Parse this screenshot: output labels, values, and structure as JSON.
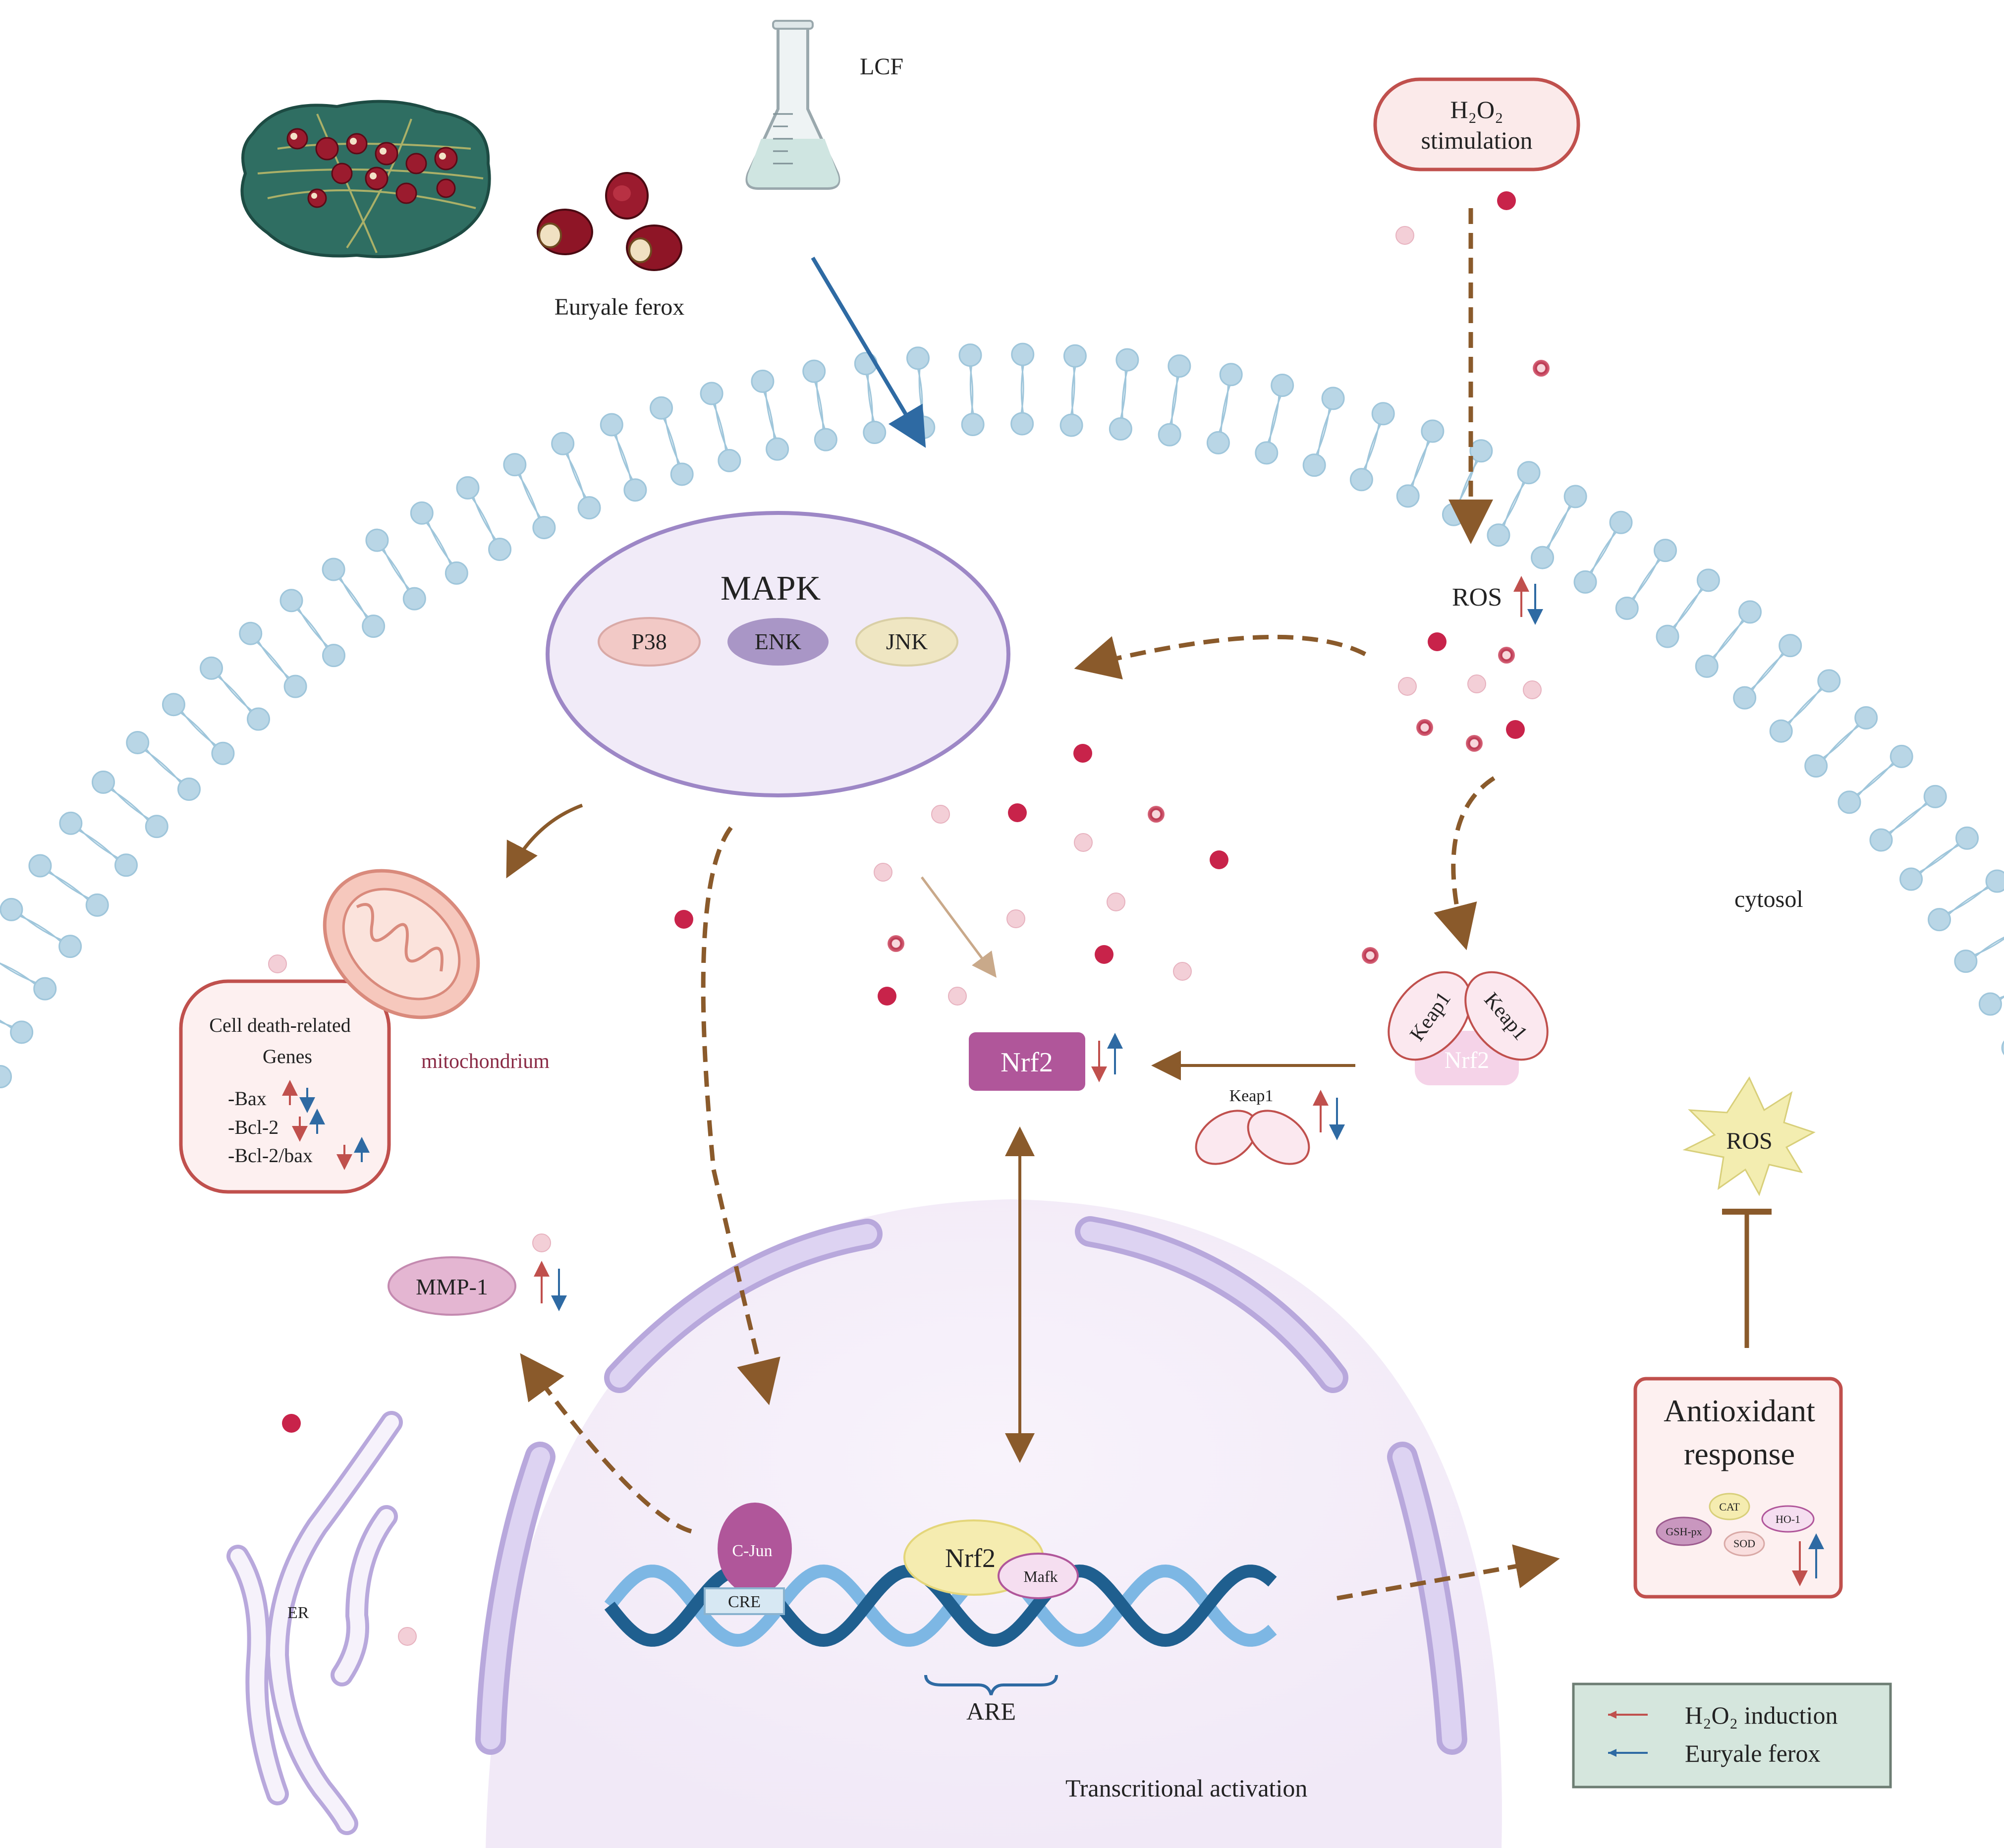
{
  "labels": {
    "lcf": "LCF",
    "euryale_ferox": "Euryale ferox",
    "h2o2_line1": "H₂O₂",
    "h2o2_line2": "stimulation",
    "ros_top": "ROS",
    "mapk": "MAPK",
    "p38": "P38",
    "enk": "ENK",
    "jnk": "JNK",
    "cytosol": "cytosol",
    "keap1": "Keap1",
    "nrf2_complex": "Nrf2",
    "nrf2_main": "Nrf2",
    "keap1_free": "Keap1",
    "ros_star": "ROS",
    "cell_death_line1": "Cell death-related",
    "cell_death_line2": "Genes",
    "bax": "-Bax",
    "bcl2": "-Bcl-2",
    "bcl2_bax": "-Bcl-2/bax",
    "mitochondrium": "mitochondrium",
    "mmp1": "MMP-1",
    "er": "ER",
    "cjun": "C-Jun",
    "cre": "CRE",
    "nrf2_dna": "Nrf2",
    "mafk": "Mafk",
    "are": "ARE",
    "transcription": "Transcritional activation",
    "antiox_line1": "Antioxidant",
    "antiox_line2": "response",
    "cat": "CAT",
    "ho1": "HO-1",
    "gshpx": "GSH-px",
    "sod": "SOD"
  },
  "legend": {
    "items": [
      {
        "label": "H₂O₂ induction",
        "color": "#c0504d"
      },
      {
        "label": "Euryale ferox",
        "color": "#2e6aa3"
      }
    ]
  },
  "colors": {
    "membrane": "#b9d6e6",
    "pathway_arrow": "#8a5a2b",
    "ros_red": "#c8234a",
    "nucleus": "#f6f0fa",
    "nuclear_envelope": "#d9cff0",
    "nrf2_box": "#b0569a",
    "legend_bg": "#d5e6dd"
  }
}
